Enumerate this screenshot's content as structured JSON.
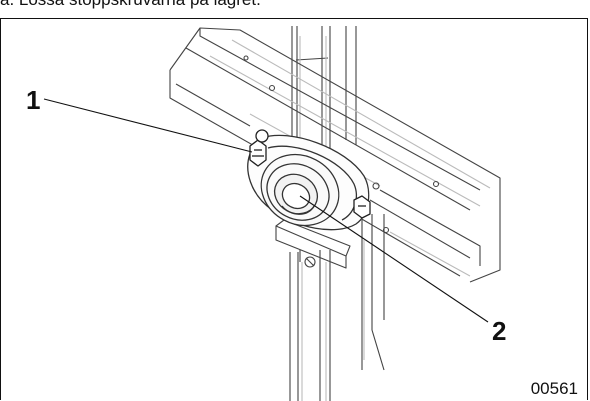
{
  "caption": "a. Lossa stoppskruvarna på lagret.",
  "callouts": [
    {
      "label": "1"
    },
    {
      "label": "2"
    }
  ],
  "figure_code": "00561"
}
